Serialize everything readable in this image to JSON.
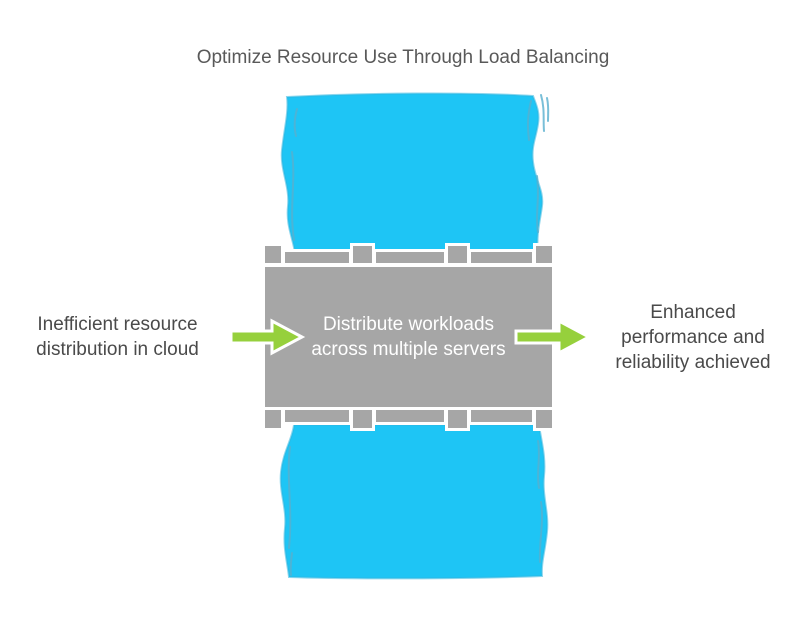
{
  "title": "Optimize Resource Use Through Load Balancing",
  "flow": {
    "input_label": "Inefficient resource distribution in cloud",
    "process_label": "Distribute workloads across multiple servers",
    "output_label": "Enhanced performance and reliability achieved"
  },
  "colors": {
    "water": "#1EC5F5",
    "water-edge": "#2FB4DE",
    "flow-line": "#58AFCE",
    "structure": "#A6A6A6",
    "arrow": "#96D03C",
    "title-text": "#595959",
    "label-text": "#4A4A4A",
    "process-text": "#FFFFFF"
  }
}
